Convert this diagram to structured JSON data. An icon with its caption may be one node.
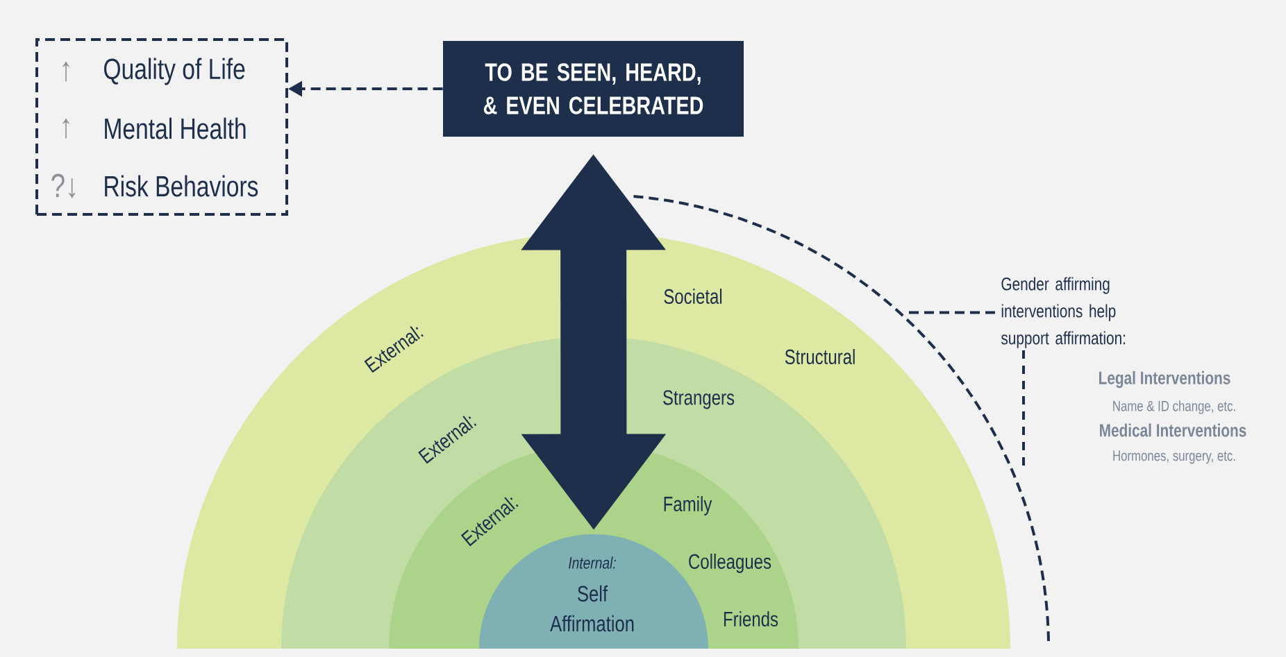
{
  "diagram": {
    "nodes": [
      {
        "text": [
          "↑",
          "Quality of Life",
          "↑",
          "Mental Health",
          "?↓",
          "Risk Behaviors"
        ]
      },
      {
        "text": [
          "TO BE SEEN, HEARD, & EVEN CELEBRATED"
        ]
      },
      {
        "text": [
          "External:",
          "Societal",
          "Structural"
        ]
      },
      {
        "text": [
          "External:",
          "Strangers"
        ],
        "in": 2
      },
      {
        "text": [
          "External:",
          "Family",
          "Colleagues",
          "Friends"
        ],
        "in": 3
      },
      {
        "text": [
          "Internal:",
          "Self Affirmation"
        ],
        "in": 4
      },
      {
        "text": [
          "Gender affirming interventions help support affirmation:"
        ]
      }
    ],
    "edges": [
      {
        "from": 1,
        "to": 0,
        "arrow": "to",
        "style": "dashed"
      },
      {
        "from": 5,
        "to": 1,
        "arrow": "both",
        "style": "thick"
      },
      {
        "from": 6,
        "to": null,
        "arrow": "none",
        "style": "dashed"
      }
    ],
    "labels": [
      "Legal Interventions",
      "Name & ID change, etc.",
      "Medical Interventions",
      "Hormones, surgery, etc."
    ]
  }
}
